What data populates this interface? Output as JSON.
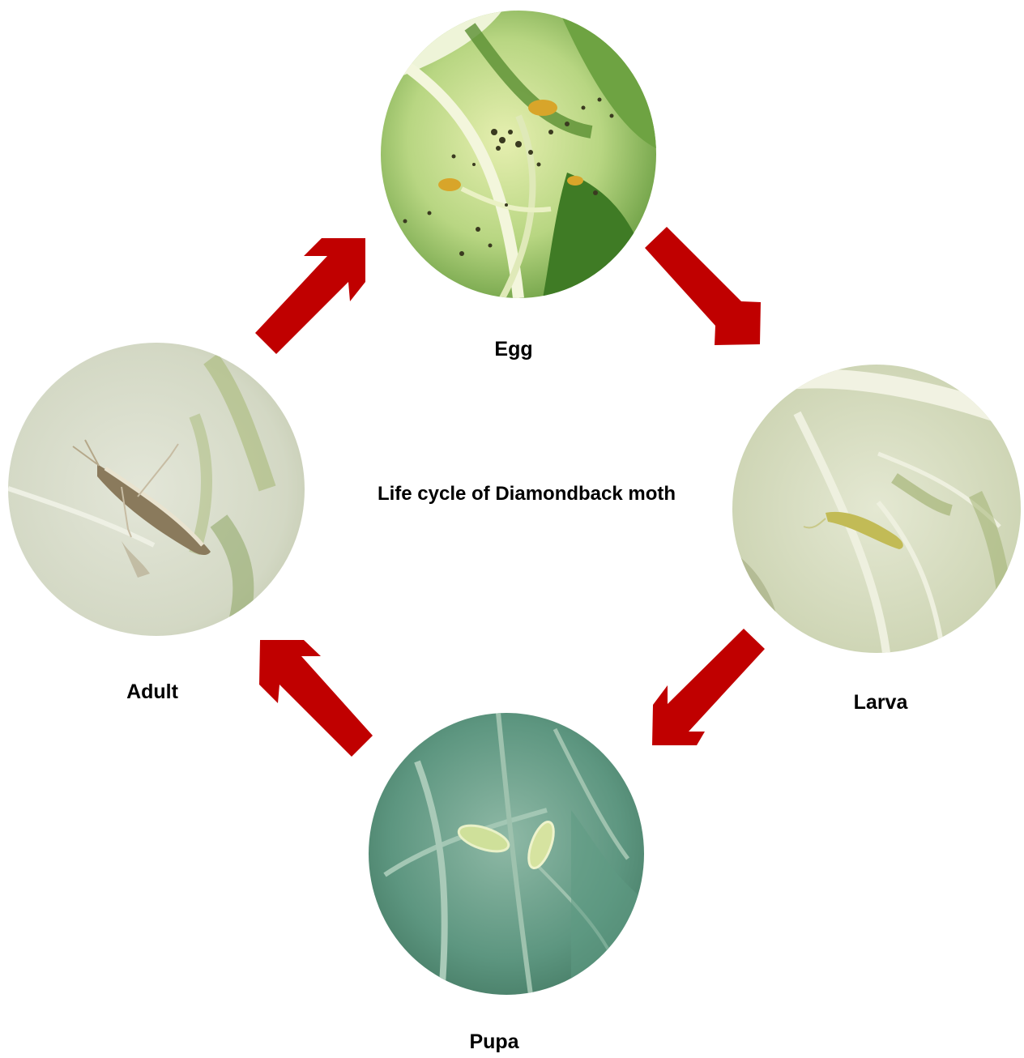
{
  "title": "Life cycle of Diamondback moth",
  "stages": {
    "egg": {
      "label": "Egg",
      "image": "cabbage leaf with tiny insect eggs and frass"
    },
    "larva": {
      "label": "Larva",
      "image": "small green caterpillar on pale cabbage leaf"
    },
    "pupa": {
      "label": "Pupa",
      "image": "two pale cocoons on blue-green cabbage leaf"
    },
    "adult": {
      "label": "Adult",
      "image": "brown diamondback moth resting on leaf"
    }
  },
  "colors": {
    "arrow": "#c00000",
    "text": "#000000",
    "background": "#ffffff"
  }
}
